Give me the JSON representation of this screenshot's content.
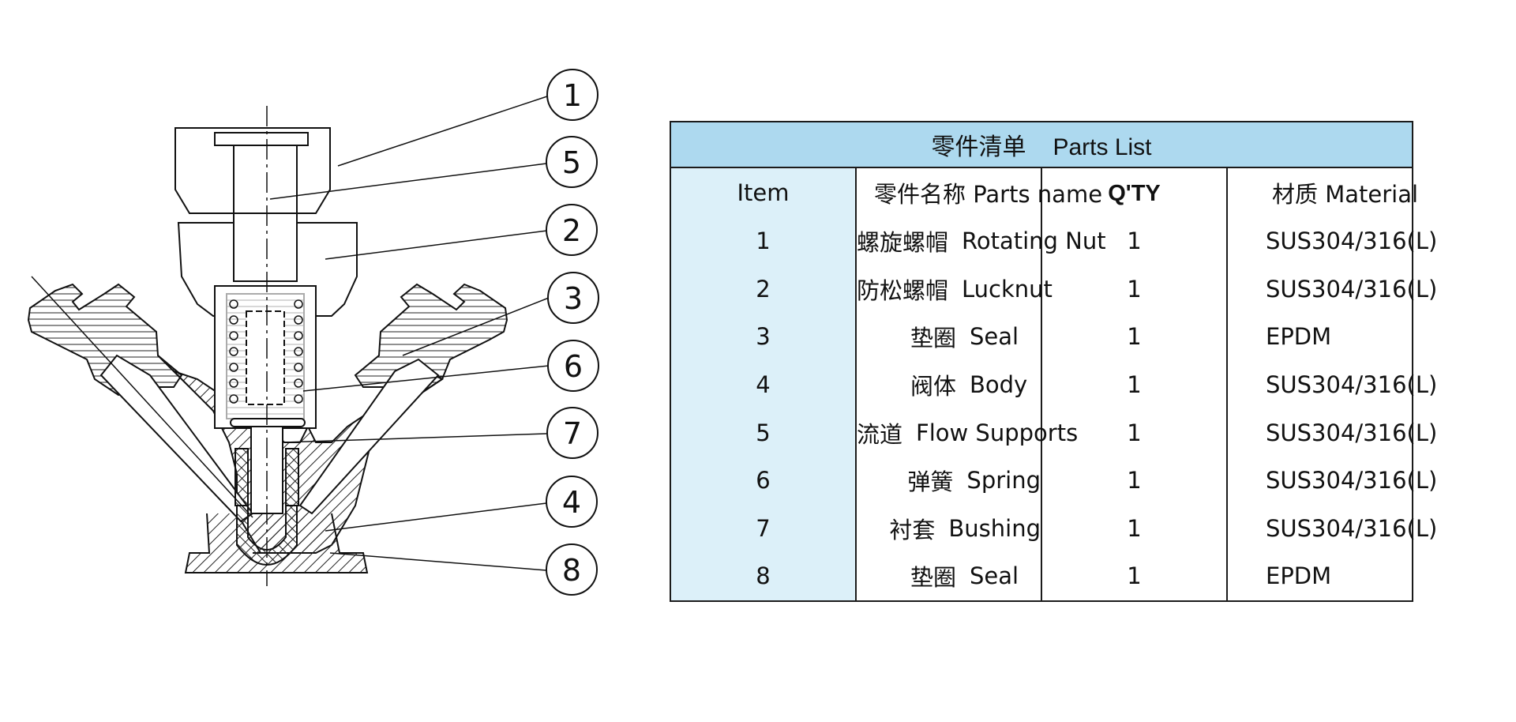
{
  "diagram": {
    "callouts": [
      {
        "label": "1"
      },
      {
        "label": "5"
      },
      {
        "label": "2"
      },
      {
        "label": "3"
      },
      {
        "label": "6"
      },
      {
        "label": "7"
      },
      {
        "label": "4"
      },
      {
        "label": "8"
      }
    ]
  },
  "table": {
    "title_cn": "零件清单",
    "title_en": "Parts List",
    "headers": {
      "item": "Item",
      "name": "零件名称 Parts name",
      "qty": "Q'TY",
      "material": "材质 Material"
    },
    "rows": [
      {
        "item": "1",
        "name_cn": "螺旋螺帽",
        "name_en": "Rotating Nut",
        "qty": "1",
        "material": "SUS304/316(L)"
      },
      {
        "item": "2",
        "name_cn": "防松螺帽",
        "name_en": "Lucknut",
        "qty": "1",
        "material": "SUS304/316(L)"
      },
      {
        "item": "3",
        "name_cn": "垫圈",
        "name_en": "Seal",
        "qty": "1",
        "material": "EPDM"
      },
      {
        "item": "4",
        "name_cn": "阀体",
        "name_en": "Body",
        "qty": "1",
        "material": "SUS304/316(L)"
      },
      {
        "item": "5",
        "name_cn": "流道",
        "name_en": "Flow Supports",
        "qty": "1",
        "material": "SUS304/316(L)"
      },
      {
        "item": "6",
        "name_cn": "弹簧",
        "name_en": "Spring",
        "qty": "1",
        "material": "SUS304/316(L)"
      },
      {
        "item": "7",
        "name_cn": "衬套",
        "name_en": "Bushing",
        "qty": "1",
        "material": "SUS304/316(L)"
      },
      {
        "item": "8",
        "name_cn": "垫圈",
        "name_en": "Seal",
        "qty": "1",
        "material": "EPDM"
      }
    ]
  },
  "colors": {
    "title_bg": "#add9ef",
    "item_col_bg": "#dcf0f9",
    "line": "#1b1b1b"
  }
}
